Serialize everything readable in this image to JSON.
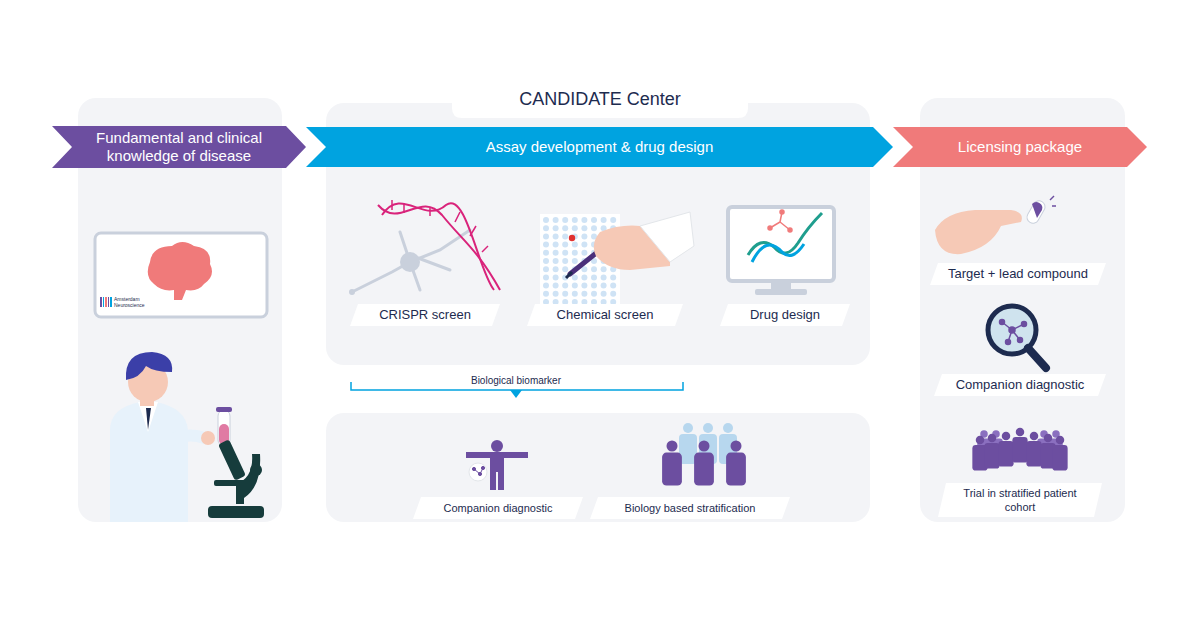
{
  "diagram": {
    "title": "CANDIDATE Center",
    "nodes": [
      {
        "text": [
          "Fundamental and clinical knowledge of disease"
        ]
      },
      {
        "text": [
          "Assay development & drug design"
        ]
      },
      {
        "text": [
          "Licensing package"
        ]
      },
      {
        "text": [
          "CRISPR screen"
        ]
      },
      {
        "text": [
          "Chemical screen"
        ]
      },
      {
        "text": [
          "Drug design"
        ]
      },
      {
        "text": [
          "Target + lead compound"
        ]
      },
      {
        "text": [
          "Companion diagnostic"
        ]
      },
      {
        "text": [
          "Companion diagnostic"
        ]
      },
      {
        "text": [
          "Biology based stratification"
        ]
      },
      {
        "text": [
          "Trial in stratified patient cohort"
        ]
      }
    ],
    "labels": [
      "Amsterdam Neuroscience",
      "Biological biomarker"
    ]
  }
}
